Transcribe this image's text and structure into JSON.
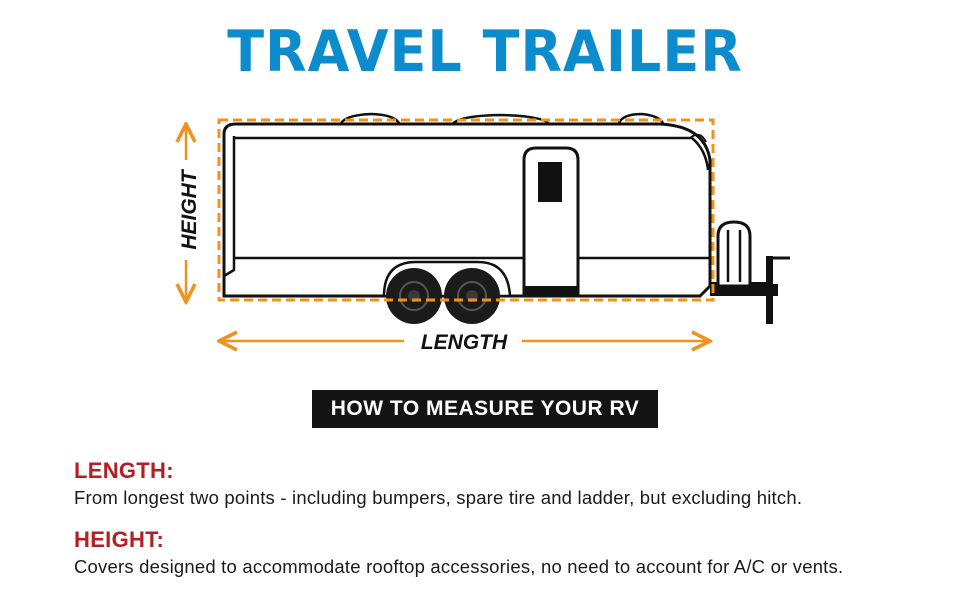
{
  "title": "TRAVEL TRAILER",
  "diagram": {
    "height_label": "HEIGHT",
    "length_label": "LENGTH",
    "colors": {
      "outline": "#111111",
      "dimension": "#f0921e",
      "title": "#0d8ccd",
      "section_heading": "#b41f25"
    }
  },
  "measure_label": "HOW TO MEASURE YOUR RV",
  "sections": [
    {
      "heading": "LENGTH:",
      "text": "From longest two points - including bumpers, spare tire and ladder, but excluding hitch."
    },
    {
      "heading": "HEIGHT:",
      "text": "Covers designed to accommodate rooftop accessories, no need to account for A/C or vents."
    }
  ]
}
